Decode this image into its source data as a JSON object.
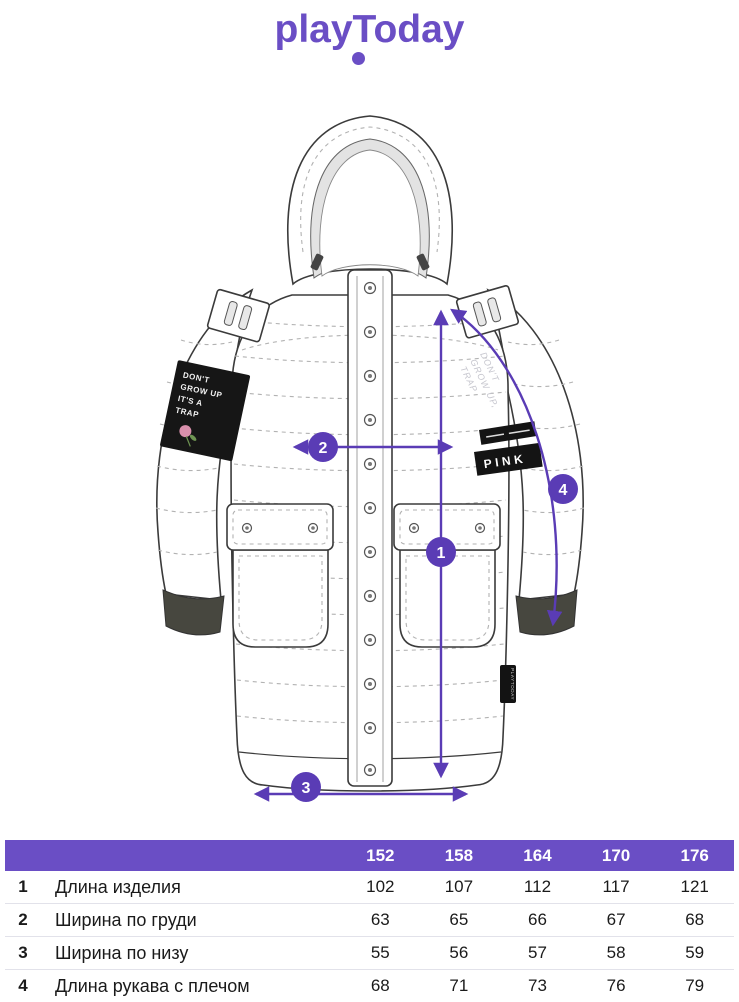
{
  "brand": {
    "logo": "playToday"
  },
  "colors": {
    "accent": "#6A4EC5",
    "arrow": "#5A3CB5",
    "table_header_bg": "#6A4EC5",
    "line": "#3b3b3b"
  },
  "diagram": {
    "markers": [
      "1",
      "2",
      "3",
      "4"
    ],
    "patches": {
      "left_lines": [
        "DON'T",
        "GROW UP",
        "IT'S A",
        "TRAP"
      ],
      "graffiti_lines": [
        "DON'T",
        "GROW UP,",
        "TRAP"
      ],
      "strip_pink": "PINK",
      "side_tag": "PLAYTODAY"
    }
  },
  "size_table": {
    "columns": [
      "152",
      "158",
      "164",
      "170",
      "176"
    ],
    "rows": [
      {
        "num": "1",
        "label": "Длина изделия",
        "values": [
          "102",
          "107",
          "112",
          "117",
          "121"
        ]
      },
      {
        "num": "2",
        "label": "Ширина по груди",
        "values": [
          "63",
          "65",
          "66",
          "67",
          "68"
        ]
      },
      {
        "num": "3",
        "label": "Ширина по низу",
        "values": [
          "55",
          "56",
          "57",
          "58",
          "59"
        ]
      },
      {
        "num": "4",
        "label": "Длина рукава с плечом",
        "values": [
          "68",
          "71",
          "73",
          "76",
          "79"
        ]
      }
    ]
  }
}
